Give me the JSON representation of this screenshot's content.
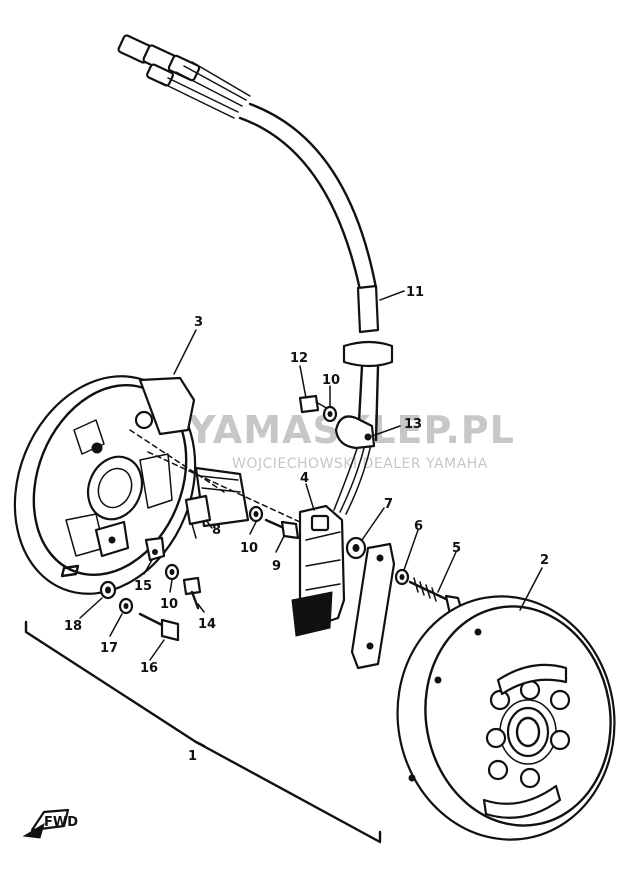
{
  "watermark": {
    "brand": "YAMASKLEP.PL",
    "tagline": "WOJCIECHOWSKI DEALER YAMAHA"
  },
  "callouts": [
    "1",
    "2",
    "3",
    "4",
    "5",
    "6",
    "7",
    "8",
    "9",
    "10",
    "10",
    "10",
    "11",
    "12",
    "13",
    "14",
    "15",
    "16",
    "17",
    "18"
  ],
  "labels": {
    "c1": "1",
    "c2": "2",
    "c3": "3",
    "c4": "4",
    "c5": "5",
    "c6": "6",
    "c7": "7",
    "c8": "8",
    "c9": "9",
    "c10a": "10",
    "c10b": "10",
    "c10c": "10",
    "c11": "11",
    "c12": "12",
    "c13": "13",
    "c14": "14",
    "c15": "15",
    "c16": "16",
    "c17": "17",
    "c18": "18"
  },
  "front_marker": "FWD"
}
